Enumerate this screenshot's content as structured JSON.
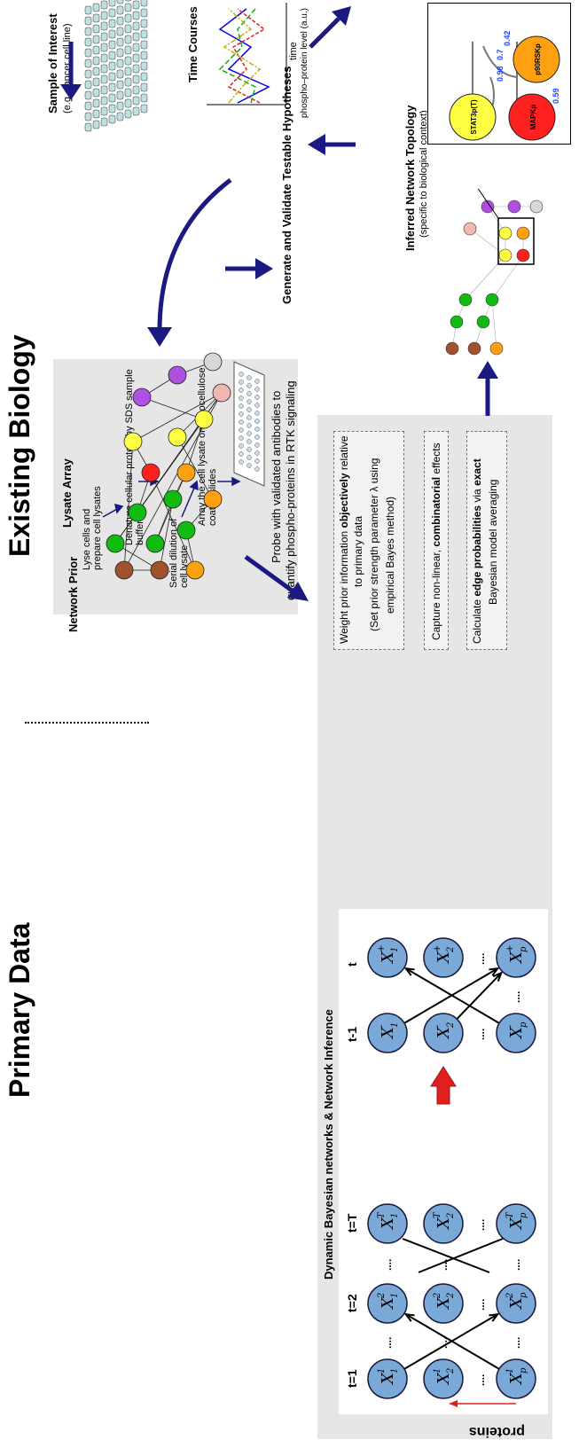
{
  "headings": {
    "primary_data": "Primary Data",
    "existing_biology": "Existing Biology",
    "hypotheses": "Generate and Validate Testable Hypotheses"
  },
  "sample": {
    "title": "Sample of Interest",
    "subtitle": "(e.g. cancer cell line)"
  },
  "time_courses": {
    "title": "Time Courses",
    "ylabel": "phospho–protein level (a.u.)",
    "xlabel": "time"
  },
  "lysate": {
    "title": "Lysate Array",
    "step1": "Lyse cells and prepare cell lysates",
    "step2": "Denature cellular protein by SDS sample buffer",
    "step3": "Serial dilution of cell lysate",
    "step4": "Array the cell lysate on nitrocellulose coated slides",
    "step5_line1": "Probe with validated antibodies to",
    "step5_line2": "quantify phospho-proteins in RTK signaling"
  },
  "dbn": {
    "title": "Dynamic Bayesian networks & Network Inference",
    "proteins_label": "proteins",
    "time_labels": [
      "t=1",
      "t=2",
      "t=T",
      "t-1",
      "t"
    ],
    "dots": "...."
  },
  "network_prior": {
    "title": "Network Prior"
  },
  "inference_boxes": {
    "box1_pre": "Weight prior information ",
    "box1_bold": "objectively",
    "box1_post": " relative",
    "box1_l2": "to primary data",
    "box1_l3": "(Set prior strength parameter λ using",
    "box1_l4": "empirical Bayes method)",
    "box2_pre": "Capture non-linear, ",
    "box2_bold": "combinatorial",
    "box2_post": " effects",
    "box3_pre": "Calculate ",
    "box3_bold1": "edge probabilities",
    "box3_mid": " via ",
    "box3_bold2": "exact",
    "box3_l2": "Bayesian model averaging"
  },
  "inferred": {
    "title": "Inferred Network Topology",
    "subtitle": "(specific to biological context)",
    "nodes": [
      "STAT3p(T)",
      "MAPKp",
      "p90RSKp"
    ],
    "edge_values": [
      "0.98",
      "0.7",
      "0.42",
      "0.59"
    ]
  },
  "colors": {
    "arrow": "#1a1a80",
    "panel_grey": "#e6e6e6",
    "node_blue": "#7aa9d8",
    "red_arrow": "#e02020"
  }
}
